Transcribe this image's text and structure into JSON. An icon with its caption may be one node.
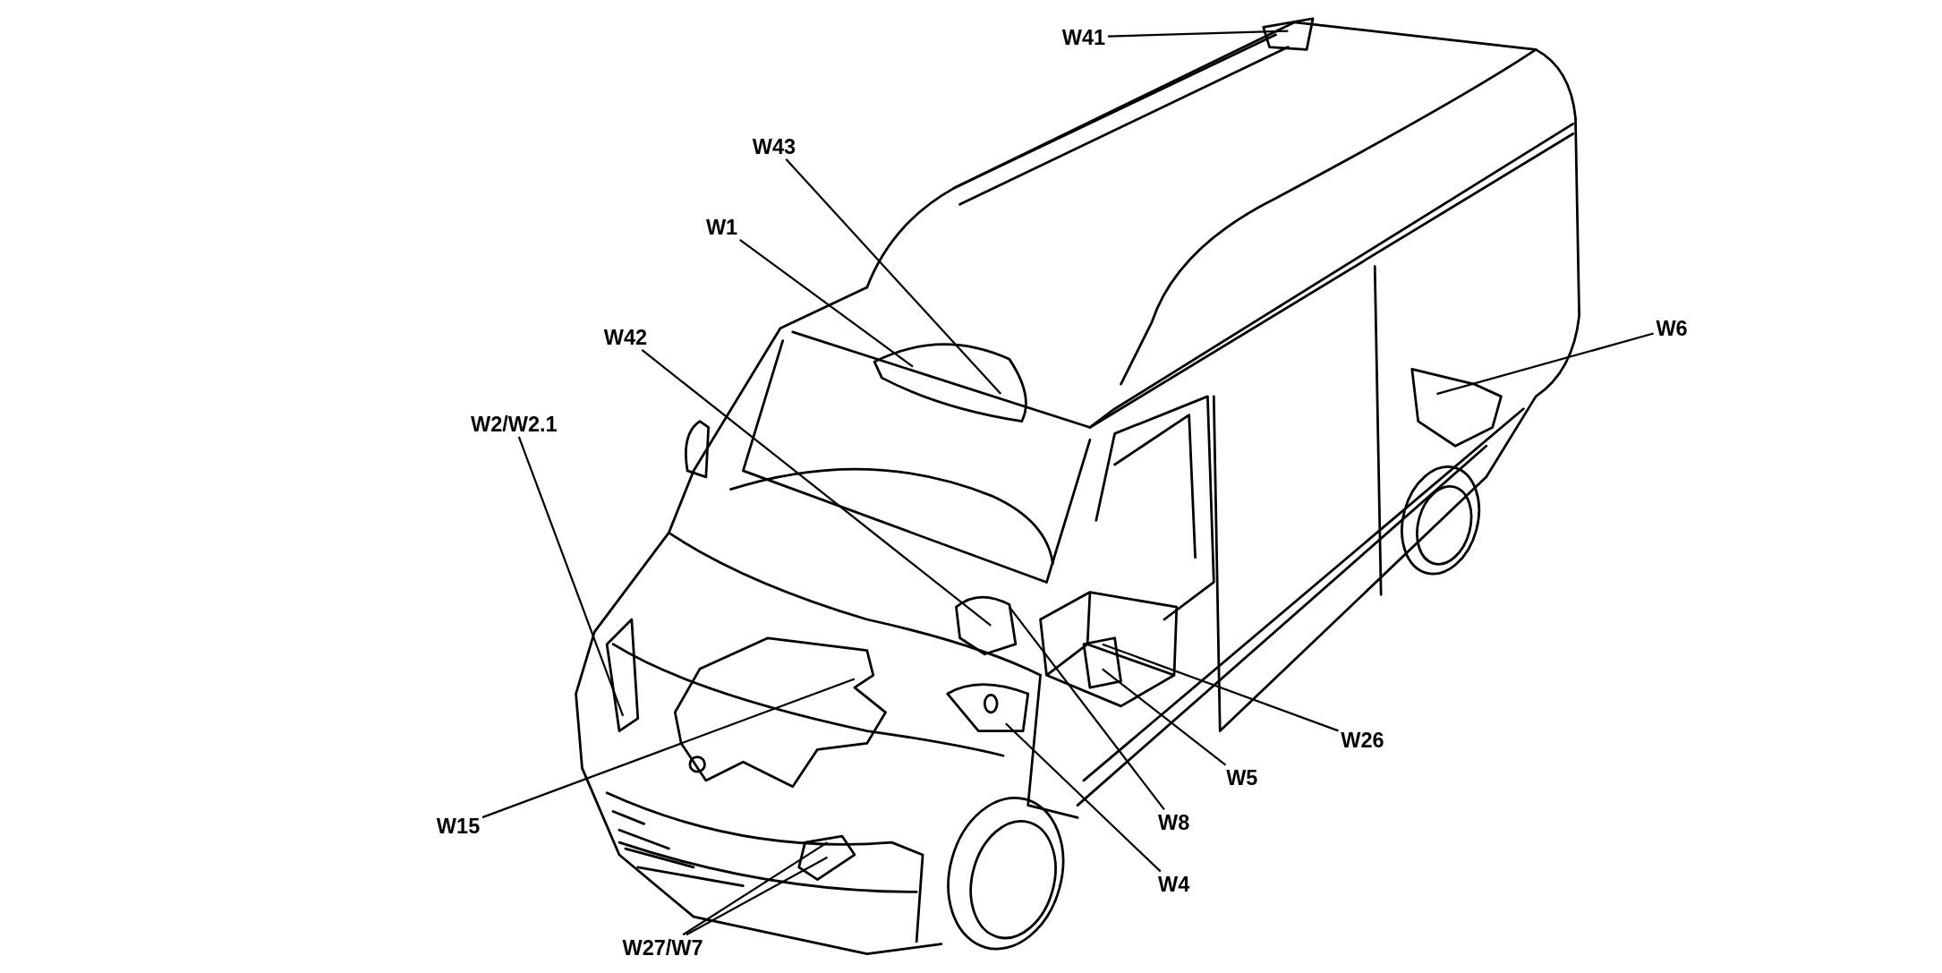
{
  "diagram": {
    "nodes": [
      {
        "text": [
          "W41"
        ]
      },
      {
        "text": [
          "W43"
        ]
      },
      {
        "text": [
          "W1"
        ]
      },
      {
        "text": [
          "W42"
        ]
      },
      {
        "text": [
          "W2/W2.1"
        ]
      },
      {
        "text": [
          "W6"
        ]
      },
      {
        "text": [
          "W26"
        ]
      },
      {
        "text": [
          "W5"
        ]
      },
      {
        "text": [
          "W8"
        ]
      },
      {
        "text": [
          "W4"
        ]
      },
      {
        "text": [
          "W15"
        ]
      },
      {
        "text": [
          "W27/W7"
        ]
      }
    ],
    "edges": [
      {
        "from": 0,
        "to": null,
        "arrow": "none"
      },
      {
        "from": 1,
        "to": null,
        "arrow": "none"
      },
      {
        "from": 2,
        "to": null,
        "arrow": "none"
      },
      {
        "from": 3,
        "to": null,
        "arrow": "none"
      },
      {
        "from": 4,
        "to": null,
        "arrow": "none"
      },
      {
        "from": 5,
        "to": null,
        "arrow": "none"
      },
      {
        "from": 6,
        "to": null,
        "arrow": "none"
      },
      {
        "from": 7,
        "to": null,
        "arrow": "none"
      },
      {
        "from": 8,
        "to": null,
        "arrow": "none"
      },
      {
        "from": 9,
        "to": null,
        "arrow": "none"
      },
      {
        "from": 10,
        "to": null,
        "arrow": "none"
      },
      {
        "from": 11,
        "to": null,
        "arrow": "none"
      },
      {
        "from": 11,
        "to": null,
        "arrow": "none"
      }
    ]
  }
}
